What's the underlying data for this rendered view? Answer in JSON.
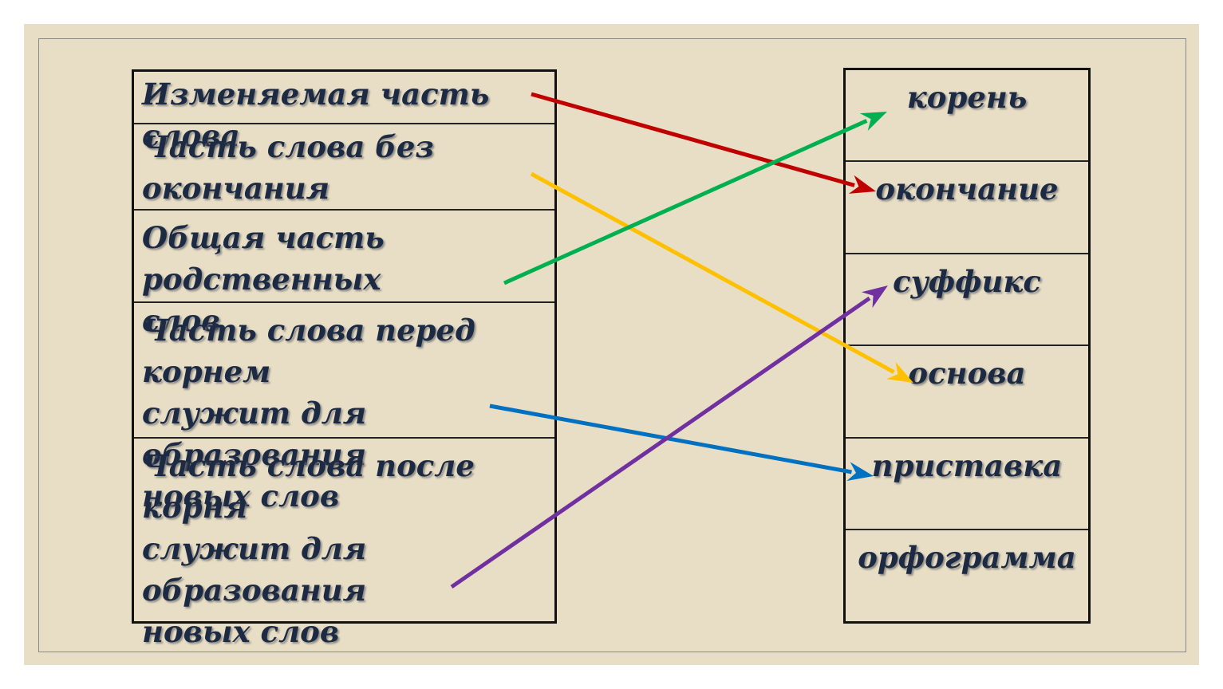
{
  "definitions": [
    {
      "text": "Изменяемая часть слова"
    },
    {
      "text": "Часть слова без окончания"
    },
    {
      "text": "Общая часть родственных\nслов"
    },
    {
      "text": "Часть слова перед корнем\nслужит для образования\nновых слов"
    },
    {
      "text": "Часть слова после корня\nслужит для образования\nновых слов"
    }
  ],
  "terms": [
    {
      "text": "корень"
    },
    {
      "text": "окончание"
    },
    {
      "text": "суффикс"
    },
    {
      "text": "основа"
    },
    {
      "text": "приставка"
    },
    {
      "text": "орфограмма"
    }
  ],
  "links": [
    {
      "from": "Изменяемая часть слова",
      "to": "окончание",
      "color": "#c00000"
    },
    {
      "from": "Часть слова без окончания",
      "to": "основа",
      "color": "#ffc000"
    },
    {
      "from": "Общая часть родственных слов",
      "to": "корень",
      "color": "#00b050"
    },
    {
      "from": "Часть слова перед корнем служит для образования новых слов",
      "to": "приставка",
      "color": "#0070c0"
    },
    {
      "from": "Часть слова после корня служит для образования новых слов",
      "to": "суффикс",
      "color": "#7030a0"
    }
  ]
}
